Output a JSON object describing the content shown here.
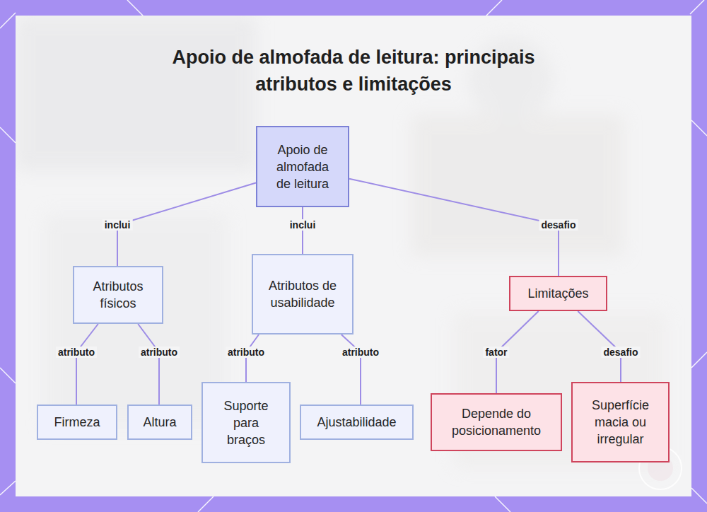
{
  "diagram": {
    "title": "Apoio de almofada de leitura: principais atributos e limitações",
    "nodes": [
      {
        "text": [
          "Apoio de almofada de leitura"
        ]
      },
      {
        "text": [
          "Atributos físicos"
        ]
      },
      {
        "text": [
          "Atributos de usabilidade"
        ]
      },
      {
        "text": [
          "Limitações"
        ]
      },
      {
        "text": [
          "Firmeza"
        ]
      },
      {
        "text": [
          "Altura"
        ]
      },
      {
        "text": [
          "Suporte para braços"
        ]
      },
      {
        "text": [
          "Ajustabilidade"
        ]
      },
      {
        "text": [
          "Depende do posicionamento"
        ]
      },
      {
        "text": [
          "Superfície macia ou irregular"
        ]
      }
    ],
    "edges": [
      {
        "from": 0,
        "to": 1,
        "label": "inclui",
        "arrow": "none"
      },
      {
        "from": 0,
        "to": 2,
        "label": "inclui",
        "arrow": "none"
      },
      {
        "from": 0,
        "to": 3,
        "label": "desafio",
        "arrow": "none"
      },
      {
        "from": 1,
        "to": 4,
        "label": "atributo",
        "arrow": "none"
      },
      {
        "from": 1,
        "to": 5,
        "label": "atributo",
        "arrow": "none"
      },
      {
        "from": 2,
        "to": 6,
        "label": "atributo",
        "arrow": "none"
      },
      {
        "from": 2,
        "to": 7,
        "label": "atributo",
        "arrow": "none"
      },
      {
        "from": 3,
        "to": 8,
        "label": "fator",
        "arrow": "none"
      },
      {
        "from": 3,
        "to": 9,
        "label": "desafio",
        "arrow": "none"
      }
    ]
  }
}
